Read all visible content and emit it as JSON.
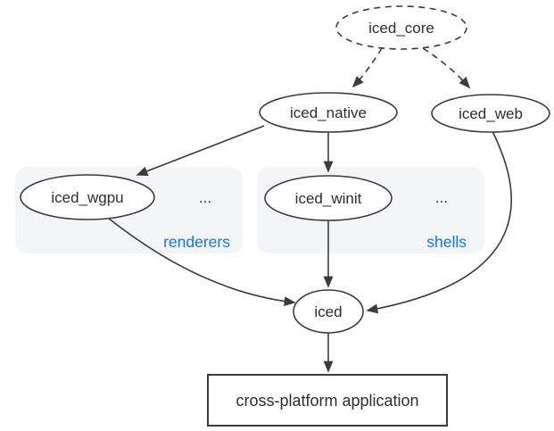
{
  "diagram": {
    "colors": {
      "stroke": "#3b3b3b",
      "node_text": "#2e2e2e",
      "group_label_blue": "#1a73e8",
      "group_fill": "#f3f5f7",
      "node_fill": "#ffffff",
      "background": "#ffffff"
    },
    "nodes": {
      "iced_core": {
        "label": "iced_core",
        "shape": "ellipse",
        "border": "dashed"
      },
      "iced_native": {
        "label": "iced_native",
        "shape": "ellipse",
        "border": "solid"
      },
      "iced_web": {
        "label": "iced_web",
        "shape": "ellipse",
        "border": "solid"
      },
      "iced_wgpu": {
        "label": "iced_wgpu",
        "shape": "ellipse",
        "border": "solid"
      },
      "iced_winit": {
        "label": "iced_winit",
        "shape": "ellipse",
        "border": "solid"
      },
      "iced": {
        "label": "iced",
        "shape": "ellipse",
        "border": "solid"
      },
      "app": {
        "label": "cross-platform application",
        "shape": "rect",
        "border": "solid"
      }
    },
    "groups": {
      "renderers": {
        "label": "renderers",
        "ellipsis": "...",
        "contains": [
          "iced_wgpu"
        ]
      },
      "shells": {
        "label": "shells",
        "ellipsis": "...",
        "contains": [
          "iced_winit"
        ]
      }
    },
    "edges": [
      {
        "from": "iced_core",
        "to": "iced_native",
        "style": "dashed"
      },
      {
        "from": "iced_core",
        "to": "iced_web",
        "style": "dashed"
      },
      {
        "from": "iced_native",
        "to": "iced_wgpu",
        "style": "solid"
      },
      {
        "from": "iced_native",
        "to": "iced_winit",
        "style": "solid"
      },
      {
        "from": "iced_wgpu",
        "to": "iced",
        "style": "solid"
      },
      {
        "from": "iced_winit",
        "to": "iced",
        "style": "solid"
      },
      {
        "from": "iced_web",
        "to": "iced",
        "style": "solid"
      },
      {
        "from": "iced",
        "to": "app",
        "style": "solid"
      }
    ]
  }
}
